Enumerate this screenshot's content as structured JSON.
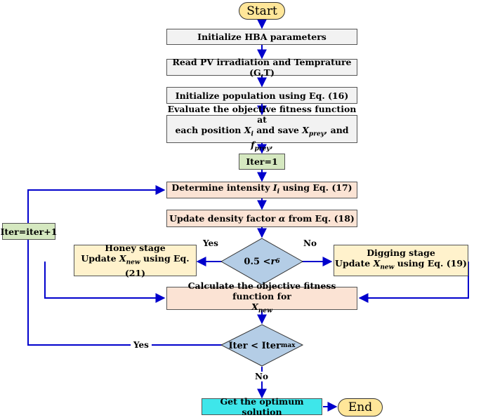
{
  "start": "Start",
  "end": "End",
  "init_hba": "Initialize HBA parameters",
  "read_pv": "Read PV irradiation and Temprature (G,T)",
  "init_pop": "Initialize population using Eq. (16)",
  "evaluate": {
    "line1": "Evaluate the objective fitness function at",
    "line2_a": "each position ",
    "x": "X",
    "x_sub": "i",
    "line2_b": " and save ",
    "xprey": "X",
    "xprey_sub": "prey",
    "line2_c": ", and ",
    "fprey": "f",
    "fprey_sub": "prey",
    "line2_d": ","
  },
  "iter_init": "Iter=1",
  "intensity": {
    "a": "Determine intensity ",
    "i": "I",
    "i_sub": "i",
    "b": " using Eq. (17)"
  },
  "density": {
    "a": "Update density factor ",
    "alpha": "α",
    "b": " from Eq. (18)"
  },
  "honey": {
    "title": "Honey stage",
    "a": "Update ",
    "x": "X",
    "x_sub": "new",
    "b": "  using Eq. (21)"
  },
  "digging": {
    "title": "Digging stage",
    "a": "Update ",
    "x": "X",
    "x_sub": "new",
    "b": "  using Eq. (19)"
  },
  "decision1": {
    "a": "0.5 < ",
    "r": "r",
    "r_sub": "6"
  },
  "decision2": {
    "a": "Iter <  Iter",
    "sub": "max"
  },
  "calc": {
    "line1": "Calculate the objective fitness function for",
    "x": "X",
    "x_sub": "new"
  },
  "iter_inc": "Iter=iter+1",
  "optimum": "Get the optimum solution",
  "labels": {
    "yes_left": "Yes",
    "no_right": "No",
    "yes_loop": "Yes",
    "no_down": "No"
  },
  "colors": {
    "arrow": "#0000cc",
    "terminal": "#ffe699",
    "decision": "#b4cde6"
  }
}
